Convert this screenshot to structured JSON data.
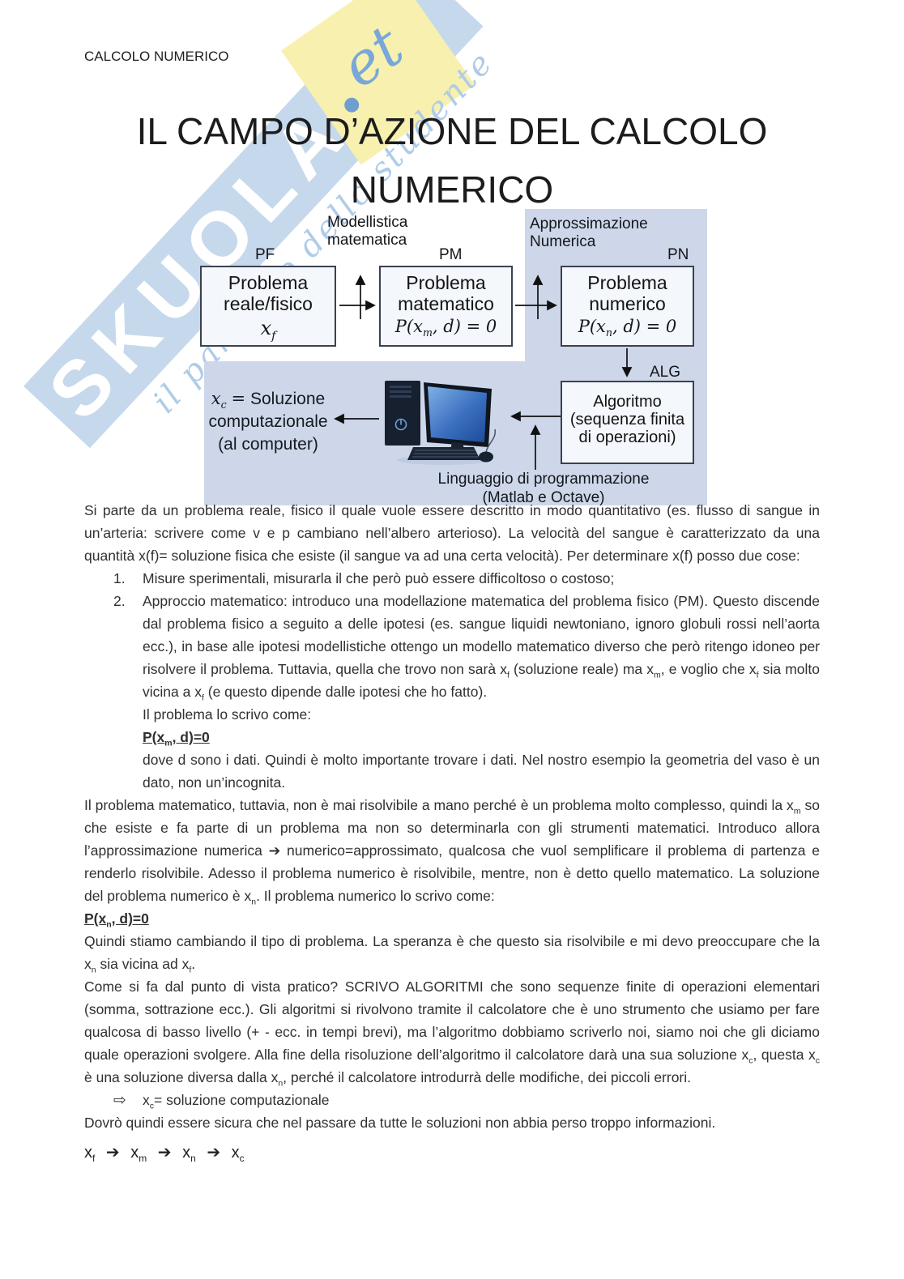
{
  "page": {
    "header": "CALCOLO NUMERICO",
    "title_line1": "IL CAMPO D’AZIONE DEL CALCOLO",
    "title_line2": "NUMERICO"
  },
  "watermark": {
    "brand": "SKUOLA",
    "tag_text": "et",
    "tagline": "il paradiso dello studente",
    "band_color": "#c6d9ec",
    "tag_color": "#f8f0ae",
    "script_color": "#afcce7"
  },
  "diagram": {
    "bg_color": "#cdd7e9",
    "labels": {
      "pf": "PF",
      "pm": "PM",
      "pn": "PN",
      "alg": "ALG"
    },
    "boxes": {
      "pf": {
        "line1": "Problema",
        "line2": "reale/fisico",
        "math": "x_{f}"
      },
      "pm": {
        "line1": "Problema",
        "line2": "matematico",
        "math": "P(x_{m}, d) = 0"
      },
      "pn": {
        "line1": "Problema",
        "line2": "numerico",
        "math": "P(x_{n}, d) = 0"
      },
      "alg": {
        "line1": "Algoritmo",
        "line2": "(sequenza finita",
        "line3": "di operazioni)"
      }
    },
    "annotations": {
      "modellistica_1": "Modellistica",
      "modellistica_2": "matematica",
      "approssimazione_1": "Approssimazione",
      "approssimazione_2": "Numerica",
      "linguaggio_1": "Linguaggio di programmazione",
      "linguaggio_2": "(Matlab e Octave)",
      "soluzione_math": "x_{c}",
      "soluzione_eq": "=",
      "soluzione_line1": "Soluzione",
      "soluzione_line2": "computazionale",
      "soluzione_line3": "(al computer)"
    }
  },
  "body": {
    "p1": "Si parte da un problema reale, fisico il quale vuole essere descritto in modo quantitativo (es. flusso di sangue in un’arteria: scrivere come v e p cambiano nell’albero arterioso). La velocità del sangue è caratterizzato da una quantità x(f)= soluzione fisica che esiste (il sangue va ad una certa velocità). Per determinare x(f) posso due cose:",
    "list": [
      {
        "num": "1.",
        "text": "Misure sperimentali, misurarla il che però può essere difficoltoso o costoso;"
      },
      {
        "num": "2.",
        "text": "Approccio matematico: introduco una modellazione matematica del problema fisico (PM). Questo discende dal problema fisico a seguito a delle ipotesi (es. sangue liquidi newtoniano, ignoro globuli rossi nell’aorta ecc.), in base alle ipotesi modellistiche ottengo un modello matematico diverso che però ritengo idoneo per risolvere il problema. Tuttavia, quella che trovo non sarà x_{f} (soluzione reale) ma x_{m}, e voglio che x_{f} sia molto vicina a x_{f} (e questo dipende dalle ipotesi che ho fatto).",
        "line2": "Il problema lo scrivo come:",
        "formula": "P(x_{m}, d)=0",
        "line3": "dove d sono i dati. Quindi è molto importante trovare i dati. Nel nostro esempio la geometria del vaso è un dato, non un’incognita."
      }
    ],
    "p2": "Il problema matematico, tuttavia, non è mai risolvibile a mano perché è un problema molto complesso, quindi la x_{m} so che esiste e fa parte di un problema ma non so determinarla con gli strumenti matematici. Introduco allora l’approssimazione numerica ➔ numerico=approssimato, qualcosa che vuol semplificare il problema di partenza e renderlo risolvibile. Adesso il problema numerico è risolvibile, mentre, non è detto quello matematico. La soluzione del problema numerico è x_{n}. Il problema numerico lo scrivo come:",
    "formula2": "P(x_{n}, d)=0",
    "p3": "Quindi stiamo cambiando il tipo di problema. La speranza è che questo sia risolvibile e mi devo preoccupare che la x_{n} sia vicina ad x_{f}.",
    "p4": "Come si fa dal punto di vista pratico? SCRIVO ALGORITMI che sono sequenze finite di operazioni elementari (somma, sottrazione ecc.). Gli algoritmi si rivolvono tramite il calcolatore che è uno strumento che usiamo per fare qualcosa di basso livello (+ - ecc. in tempi brevi), ma l’algoritmo dobbiamo scriverlo noi, siamo noi che gli diciamo quale operazioni svolgere. Alla fine della risoluzione dell’algoritmo il calcolatore darà una sua soluzione x_{c}, questa x_{c} è una soluzione diversa dalla x_{n}, perché il calcolatore introdurrà delle modifiche, dei piccoli errori.",
    "bullet_marker": "⇨",
    "bullet_text": "x_{c}= soluzione computazionale",
    "p5": "Dovrò quindi essere sicura che nel passare da tutte le soluzioni non abbia perso troppo informazioni.",
    "chain": "x_{f} ➔ x_{m} ➔ x_{n} ➔ x_{c}"
  }
}
